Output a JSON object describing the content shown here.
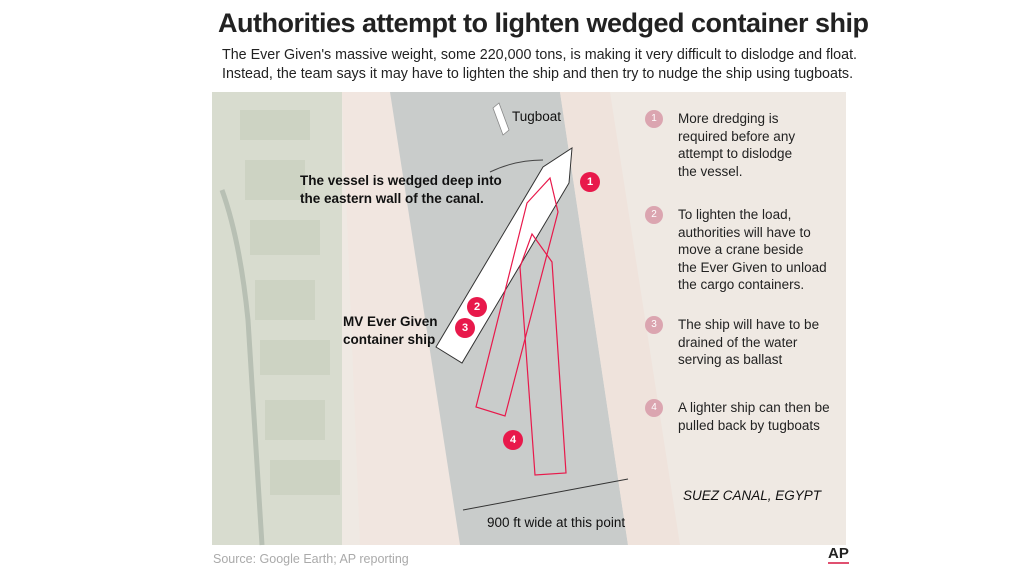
{
  "title": "Authorities attempt to lighten wedged container ship",
  "subtitle": [
    "The Ever Given's massive weight, some 220,000 tons, is making it very difficult to dislodge and float.",
    "Instead, the team says it may have to lighten the ship and then try to nudge the ship using tugboats."
  ],
  "map": {
    "tugboat_label": "Tugboat",
    "wedged_note": [
      "The vessel is wedged deep into",
      "the eastern wall of the canal."
    ],
    "ship_label": [
      "MV Ever Given",
      "container ship"
    ],
    "width_label": "900 ft wide at this point",
    "location": "SUEZ CANAL, EGYPT",
    "badges": [
      "1",
      "2",
      "3",
      "4"
    ]
  },
  "steps": [
    {
      "num": "1",
      "text": [
        "More dredging is",
        "required before any",
        "attempt to dislodge",
        "the vessel."
      ]
    },
    {
      "num": "2",
      "text": [
        "To lighten the load,",
        "authorities will have to",
        "move a crane beside",
        "the Ever Given to unload",
        "the cargo containers."
      ]
    },
    {
      "num": "3",
      "text": [
        "The ship will have to be",
        "drained of the water",
        "serving as ballast"
      ]
    },
    {
      "num": "4",
      "text": [
        "A lighter ship can then be",
        "pulled back by tugboats"
      ]
    }
  ],
  "source": "Source: Google Earth; AP reporting",
  "logo": "AP",
  "colors": {
    "accent": "#e8194b",
    "step_badge": "#dba5b0",
    "canal": "#c9cccb"
  }
}
